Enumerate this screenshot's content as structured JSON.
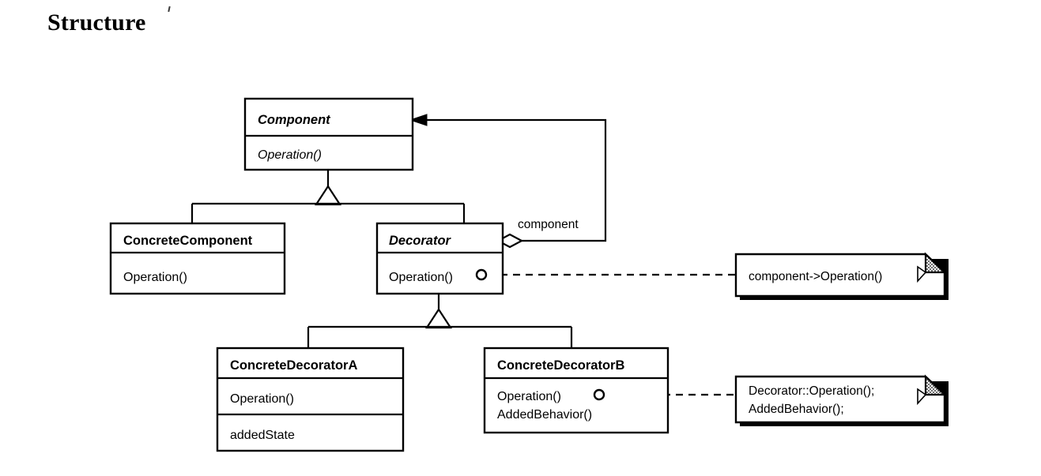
{
  "page": {
    "heading": "Structure",
    "background_color": "#ffffff",
    "ink_color": "#000000"
  },
  "diagram": {
    "kind": "uml-class-diagram",
    "pattern_name": "Decorator",
    "classes": [
      {
        "id": "component",
        "name": "Component",
        "abstract": true,
        "compartments": [
          {
            "members": [
              "Operation()"
            ],
            "abstract": true
          }
        ]
      },
      {
        "id": "concrete-component",
        "name": "ConcreteComponent",
        "abstract": false,
        "compartments": [
          {
            "members": [
              "Operation()"
            ],
            "abstract": false
          }
        ]
      },
      {
        "id": "decorator",
        "name": "Decorator",
        "abstract": true,
        "compartments": [
          {
            "members": [
              "Operation()"
            ],
            "abstract": false
          }
        ]
      },
      {
        "id": "concrete-decorator-a",
        "name": "ConcreteDecoratorA",
        "abstract": false,
        "compartments": [
          {
            "members": [
              "Operation()"
            ],
            "abstract": false
          },
          {
            "members": [
              "addedState"
            ],
            "abstract": false
          }
        ]
      },
      {
        "id": "concrete-decorator-b",
        "name": "ConcreteDecoratorB",
        "abstract": false,
        "compartments": [
          {
            "members": [
              "Operation()",
              "AddedBehavior()"
            ],
            "abstract": false
          }
        ]
      }
    ],
    "relationships": [
      {
        "id": "gen-concrete-component",
        "type": "generalization",
        "from": "ConcreteComponent",
        "to": "Component",
        "label": ""
      },
      {
        "id": "gen-decorator",
        "type": "generalization",
        "from": "Decorator",
        "to": "Component",
        "label": ""
      },
      {
        "id": "gen-concrete-decorator-a",
        "type": "generalization",
        "from": "ConcreteDecoratorA",
        "to": "Decorator",
        "label": ""
      },
      {
        "id": "gen-concrete-decorator-b",
        "type": "generalization",
        "from": "ConcreteDecoratorB",
        "to": "Decorator",
        "label": ""
      },
      {
        "id": "agg-component",
        "type": "aggregation",
        "from": "Decorator",
        "to": "Component",
        "label": "component"
      }
    ],
    "notes": [
      {
        "id": "note-decorator-operation",
        "attached_to": "Decorator::Operation()",
        "lines": [
          "component->Operation()"
        ]
      },
      {
        "id": "note-concrete-decorator-b-operation",
        "attached_to": "ConcreteDecoratorB::Operation()",
        "lines": [
          "Decorator::Operation();",
          "AddedBehavior();"
        ]
      }
    ]
  }
}
